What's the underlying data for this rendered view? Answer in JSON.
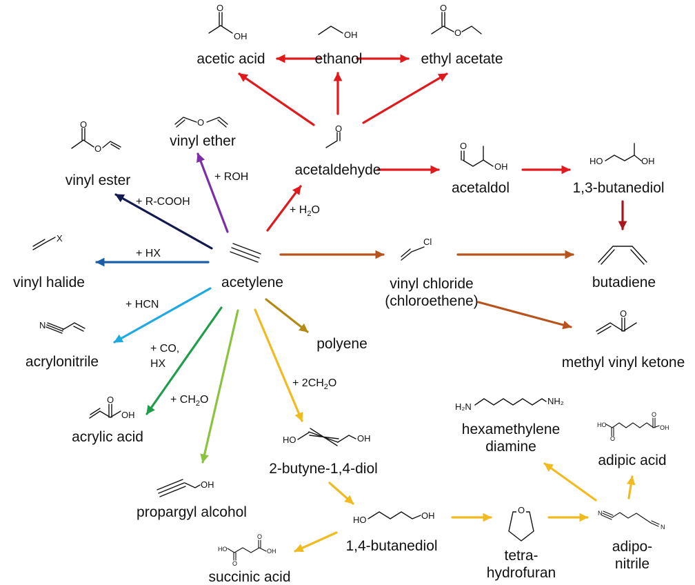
{
  "compounds": {
    "acetic_acid": "acetic acid",
    "ethanol": "ethanol",
    "ethyl_acetate": "ethyl acetate",
    "vinyl_ether": "vinyl ether",
    "vinyl_ester": "vinyl ester",
    "acetaldehyde": "acetaldehyde",
    "acetaldol": "acetaldol",
    "butanediol_13": "1,3-butanediol",
    "vinyl_halide": "vinyl halide",
    "acetylene": "acetylene",
    "vinyl_chloride": "vinyl chloride",
    "chloroethene": "(chloroethene)",
    "butadiene": "butadiene",
    "acrylonitrile": "acrylonitrile",
    "polyene": "polyene",
    "methyl_vinyl_ketone": "methyl vinyl ketone",
    "acrylic_acid": "acrylic acid",
    "hexamethylene_1": "hexamethylene",
    "hexamethylene_2": "diamine",
    "adipic_acid": "adipic acid",
    "butynediol": "2-butyne-1,4-diol",
    "propargyl_alcohol": "propargyl alcohol",
    "butanediol_14": "1,4-butanediol",
    "succinic_acid": "succinic acid",
    "thf_1": "tetra-",
    "thf_2": "hydrofuran",
    "adiponitrile_1": "adipo-",
    "adiponitrile_2": "nitrile"
  },
  "reagents": {
    "h2o": {
      "pre": "+ H",
      "sub": "2",
      "post": "O"
    },
    "roh": "+ ROH",
    "rcooh": "+ R-COOH",
    "hx": "+ HX",
    "hcn": "+ HCN",
    "co_hx_1": "+ CO,",
    "co_hx_2": "HX",
    "ch2o": {
      "pre": "+ CH",
      "sub": "2",
      "post": "O"
    },
    "ch2o_2": {
      "pre": "+ 2CH",
      "sub": "2",
      "post": "O"
    }
  },
  "atoms": {
    "O": "O",
    "OH": "OH",
    "HO": "HO",
    "X": "X",
    "Cl": "Cl",
    "N": "N",
    "H2N": "H₂N",
    "NH2": "NH₂"
  },
  "colors": {
    "red": "#e0191d",
    "dark_red": "#a8151b",
    "purple": "#7b2fa6",
    "navy": "#121a4f",
    "blue": "#1b5ea8",
    "sky": "#1ea9e0",
    "green": "#1e9d4a",
    "light_green": "#8ac43f",
    "yellow": "#f0bb20",
    "olive": "#b28a14",
    "brown": "#b8531c"
  },
  "arrows": [
    {
      "from": "ethanol",
      "to": "acetic acid",
      "color": "red"
    },
    {
      "from": "ethanol",
      "to": "ethyl acetate",
      "color": "red"
    },
    {
      "from": "acetaldehyde",
      "to": "ethanol",
      "color": "red"
    },
    {
      "from": "acetaldehyde",
      "to": "acetic acid",
      "color": "red"
    },
    {
      "from": "acetaldehyde",
      "to": "ethyl acetate",
      "color": "red"
    },
    {
      "from": "acetaldehyde",
      "to": "acetaldol",
      "color": "red"
    },
    {
      "from": "acetaldol",
      "to": "1,3-butanediol",
      "color": "red"
    },
    {
      "from": "1,3-butanediol",
      "to": "butadiene",
      "color": "dark_red"
    },
    {
      "from": "acetylene",
      "to": "acetaldehyde",
      "color": "red"
    },
    {
      "from": "acetylene",
      "to": "vinyl ether",
      "color": "purple"
    },
    {
      "from": "acetylene",
      "to": "vinyl ester",
      "color": "navy"
    },
    {
      "from": "acetylene",
      "to": "vinyl halide",
      "color": "blue"
    },
    {
      "from": "acetylene",
      "to": "vinyl chloride",
      "color": "brown"
    },
    {
      "from": "vinyl chloride",
      "to": "butadiene",
      "color": "brown"
    },
    {
      "from": "vinyl chloride",
      "to": "methyl vinyl ketone",
      "color": "brown"
    },
    {
      "from": "acetylene",
      "to": "acrylonitrile",
      "color": "sky"
    },
    {
      "from": "acetylene",
      "to": "acrylic acid",
      "color": "green"
    },
    {
      "from": "acetylene",
      "to": "propargyl alcohol",
      "color": "light_green"
    },
    {
      "from": "acetylene",
      "to": "2-butyne-1,4-diol",
      "color": "yellow"
    },
    {
      "from": "acetylene",
      "to": "polyene",
      "color": "olive"
    },
    {
      "from": "2-butyne-1,4-diol",
      "to": "1,4-butanediol",
      "color": "yellow"
    },
    {
      "from": "1,4-butanediol",
      "to": "succinic acid",
      "color": "yellow"
    },
    {
      "from": "1,4-butanediol",
      "to": "tetrahydrofuran",
      "color": "yellow"
    },
    {
      "from": "tetrahydrofuran",
      "to": "adiponitrile",
      "color": "yellow"
    },
    {
      "from": "adiponitrile",
      "to": "hexamethylene diamine",
      "color": "yellow"
    },
    {
      "from": "adiponitrile",
      "to": "adipic acid",
      "color": "yellow"
    }
  ]
}
